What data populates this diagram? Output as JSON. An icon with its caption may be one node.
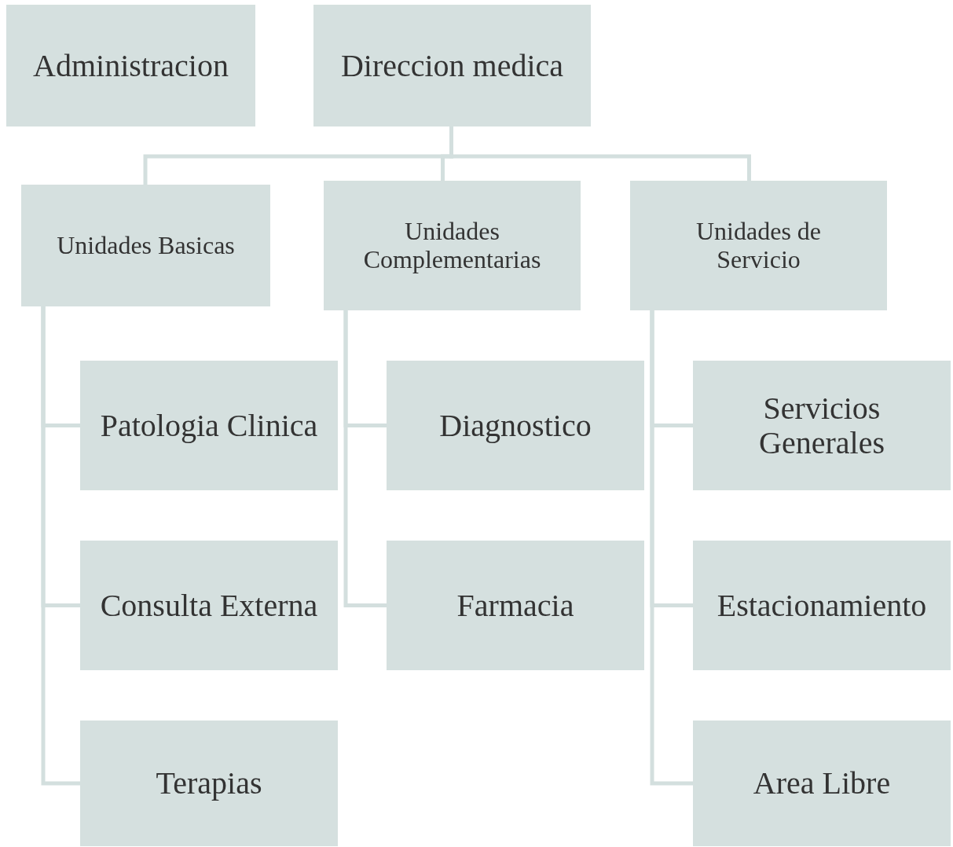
{
  "diagram": {
    "nodes": [
      {
        "text": [
          "Administracion"
        ]
      },
      {
        "text": [
          "Direccion medica"
        ]
      },
      {
        "text": [
          "Unidades Basicas"
        ]
      },
      {
        "text": [
          "Unidades Complementarias"
        ]
      },
      {
        "text": [
          "Unidades de Servicio"
        ]
      },
      {
        "text": [
          "Patologia Clinica"
        ]
      },
      {
        "text": [
          "Consulta Externa"
        ]
      },
      {
        "text": [
          "Terapias"
        ]
      },
      {
        "text": [
          "Diagnostico"
        ]
      },
      {
        "text": [
          "Farmacia"
        ]
      },
      {
        "text": [
          "Servicios Generales"
        ]
      },
      {
        "text": [
          "Estacionamiento"
        ]
      },
      {
        "text": [
          "Area Libre"
        ]
      }
    ],
    "edges": [
      {
        "from": 1,
        "to": 2,
        "arrow": "none"
      },
      {
        "from": 1,
        "to": 3,
        "arrow": "none"
      },
      {
        "from": 1,
        "to": 4,
        "arrow": "none"
      },
      {
        "from": 2,
        "to": 5,
        "arrow": "none"
      },
      {
        "from": 2,
        "to": 6,
        "arrow": "none"
      },
      {
        "from": 2,
        "to": 7,
        "arrow": "none"
      },
      {
        "from": 3,
        "to": 8,
        "arrow": "none"
      },
      {
        "from": 3,
        "to": 9,
        "arrow": "none"
      },
      {
        "from": 4,
        "to": 10,
        "arrow": "none"
      },
      {
        "from": 4,
        "to": 11,
        "arrow": "none"
      },
      {
        "from": 4,
        "to": 12,
        "arrow": "none"
      }
    ]
  }
}
